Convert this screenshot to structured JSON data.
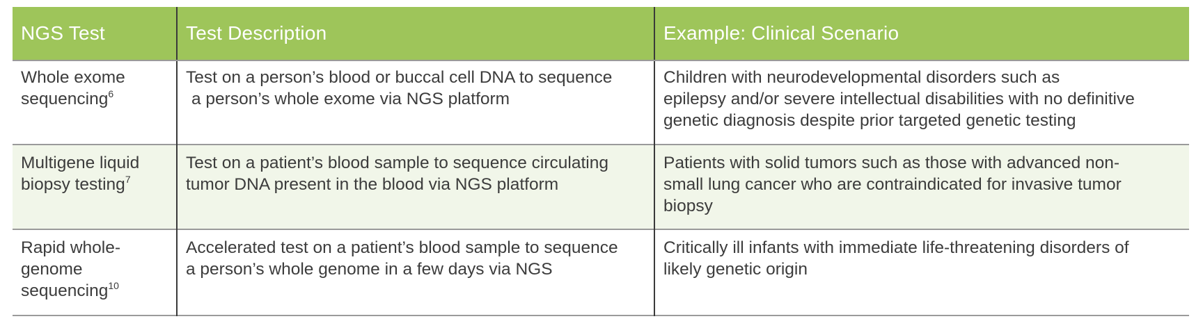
{
  "table": {
    "headers": [
      "NGS Test",
      "Test Description",
      "Example: Clinical Scenario"
    ],
    "rows": [
      {
        "test": "Whole exome sequencing",
        "test_lines": [
          "Whole exome",
          "sequencing"
        ],
        "test_ref": "6",
        "description_lines": [
          "Test on a person’s blood or buccal cell DNA to sequence",
          " a person’s whole exome via NGS platform"
        ],
        "scenario_lines": [
          "Children with neurodevelopmental disorders such as",
          "epilepsy and/or severe intellectual disabilities with no definitive",
          "genetic diagnosis despite prior targeted genetic testing"
        ]
      },
      {
        "test": "Multigene liquid biopsy testing",
        "test_lines": [
          "Multigene liquid",
          "biopsy testing"
        ],
        "test_ref": "7",
        "description_lines": [
          "Test on a patient’s blood sample to sequence circulating",
          "tumor DNA present in the blood via NGS platform"
        ],
        "scenario_lines": [
          "Patients with solid tumors such as those with advanced non-",
          "small lung cancer who are contraindicated for invasive tumor",
          "biopsy"
        ]
      },
      {
        "test": "Rapid whole-genome sequencing",
        "test_lines": [
          "Rapid whole-",
          "genome",
          "sequencing"
        ],
        "test_ref": "10",
        "description_lines": [
          "Accelerated test on a patient’s blood sample to sequence",
          "a person’s whole genome in a few days via NGS"
        ],
        "scenario_lines": [
          "Critically ill infants with immediate life-threatening disorders of",
          "likely genetic origin"
        ]
      }
    ]
  },
  "colors": {
    "header_bg": "#9ec55a",
    "header_text": "#ffffff",
    "alt_row_bg": "#f1f6e9",
    "body_text": "#3c3c3c",
    "rule": "#9a9a9a"
  }
}
